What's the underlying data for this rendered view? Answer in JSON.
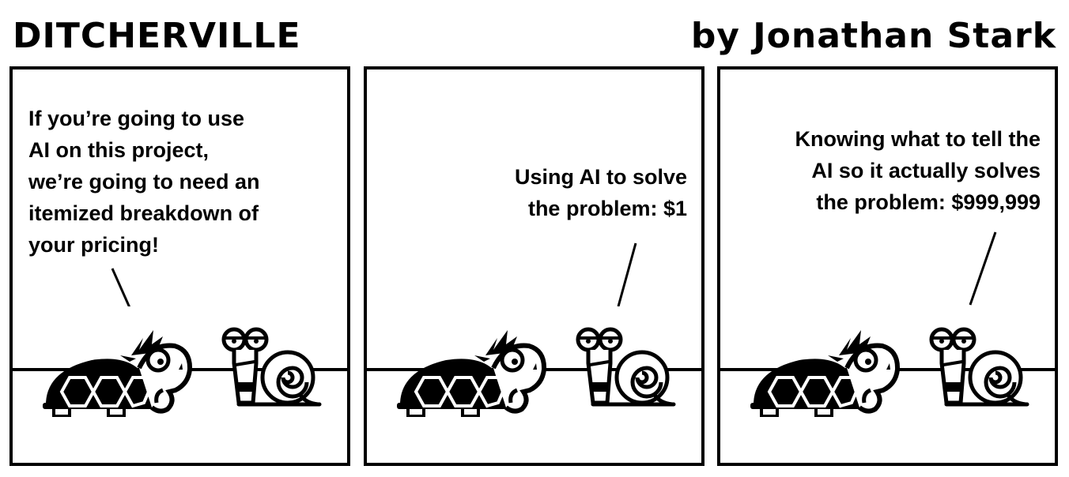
{
  "comic": {
    "title": "DITCHERVILLE",
    "byline": "by Jonathan Stark",
    "colors": {
      "ink": "#000000",
      "paper": "#ffffff"
    },
    "panels": [
      {
        "speaker": "turtle",
        "text": "If you’re going to use\nAI on this project,\nwe’re going to need an\nitemized breakdown of\nyour pricing!",
        "characters": [
          "turtle-icon",
          "snail-icon"
        ]
      },
      {
        "speaker": "snail",
        "text": "Using AI to solve\nthe problem: $1",
        "characters": [
          "turtle-icon",
          "snail-icon"
        ]
      },
      {
        "speaker": "snail",
        "text": "Knowing what to tell the\nAI so it actually solves\nthe problem: $999,999",
        "characters": [
          "turtle-icon",
          "snail-icon"
        ]
      }
    ]
  }
}
